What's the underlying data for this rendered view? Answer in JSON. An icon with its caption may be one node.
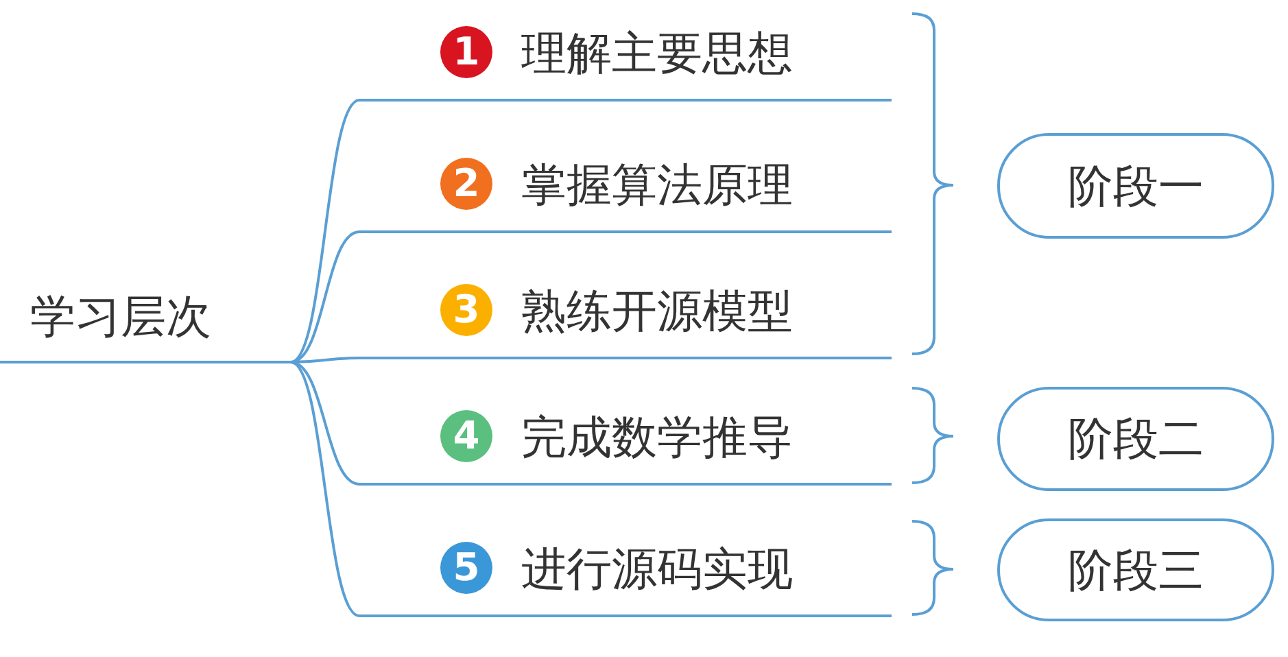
{
  "diagram": {
    "nodes": [
      {
        "text": [
          "学习层次"
        ]
      },
      {
        "text": [
          "1",
          "理解主要思想"
        ]
      },
      {
        "text": [
          "2",
          "掌握算法原理"
        ]
      },
      {
        "text": [
          "3",
          "熟练开源模型"
        ]
      },
      {
        "text": [
          "4",
          "完成数学推导"
        ]
      },
      {
        "text": [
          "5",
          "进行源码实现"
        ]
      },
      {
        "text": [
          "阶段一"
        ]
      },
      {
        "text": [
          "阶段二"
        ]
      },
      {
        "text": [
          "阶段三"
        ]
      }
    ],
    "edges": [
      {
        "from": 0,
        "to": 1,
        "arrow": "none"
      },
      {
        "from": 0,
        "to": 2,
        "arrow": "none"
      },
      {
        "from": 0,
        "to": 3,
        "arrow": "none"
      },
      {
        "from": 0,
        "to": 4,
        "arrow": "none"
      },
      {
        "from": 0,
        "to": 5,
        "arrow": "none"
      }
    ]
  }
}
